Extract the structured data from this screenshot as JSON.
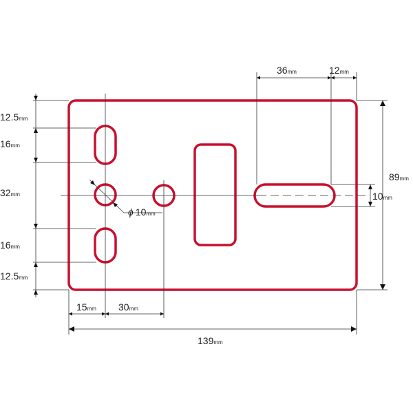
{
  "dimensions": {
    "overall_width": {
      "value": "139",
      "unit": "mm"
    },
    "overall_height": {
      "value": "89",
      "unit": "mm"
    },
    "left_top_margin": {
      "value": "12.5",
      "unit": "mm"
    },
    "upper_slot_length": {
      "value": "16",
      "unit": "mm"
    },
    "hole_row_offset": {
      "value": "32",
      "unit": "mm"
    },
    "lower_slot_length": {
      "value": "16",
      "unit": "mm"
    },
    "left_bottom_margin": {
      "value": "12.5",
      "unit": "mm"
    },
    "left_column_offset": {
      "value": "15",
      "unit": "mm"
    },
    "hole_spacing": {
      "value": "30",
      "unit": "mm"
    },
    "hole_diameter": {
      "symbol": "ϕ",
      "value": "10",
      "unit": "mm"
    },
    "horizontal_slot_length": {
      "value": "36",
      "unit": "mm"
    },
    "right_margin": {
      "value": "12",
      "unit": "mm"
    },
    "horizontal_slot_width": {
      "value": "10",
      "unit": "mm"
    }
  },
  "colors": {
    "outline": "#c8102e",
    "dimension_lines": "#333333"
  }
}
